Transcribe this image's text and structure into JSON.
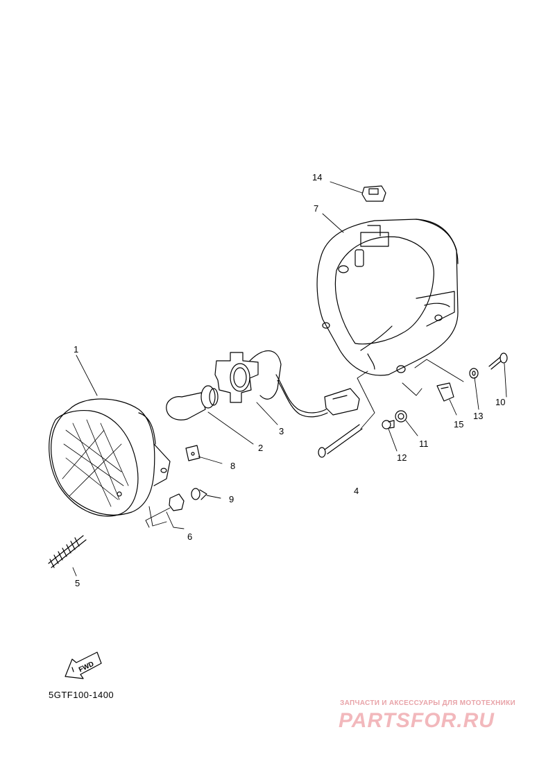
{
  "callouts": {
    "c1": "1",
    "c2": "2",
    "c3": "3",
    "c4": "4",
    "c5": "5",
    "c6": "6",
    "c7": "7",
    "c8": "8",
    "c9": "9",
    "c10": "10",
    "c11": "11",
    "c12": "12",
    "c13": "13",
    "c14": "14",
    "c15": "15"
  },
  "direction_label": "FWD",
  "diagram_code": "5GTF100-1400",
  "watermark": {
    "tagline": "ЗАПЧАСТИ И АКСЕССУАРЫ ДЛЯ МОТОТЕХНИКИ",
    "logo": "PARTSFOR.RU"
  }
}
